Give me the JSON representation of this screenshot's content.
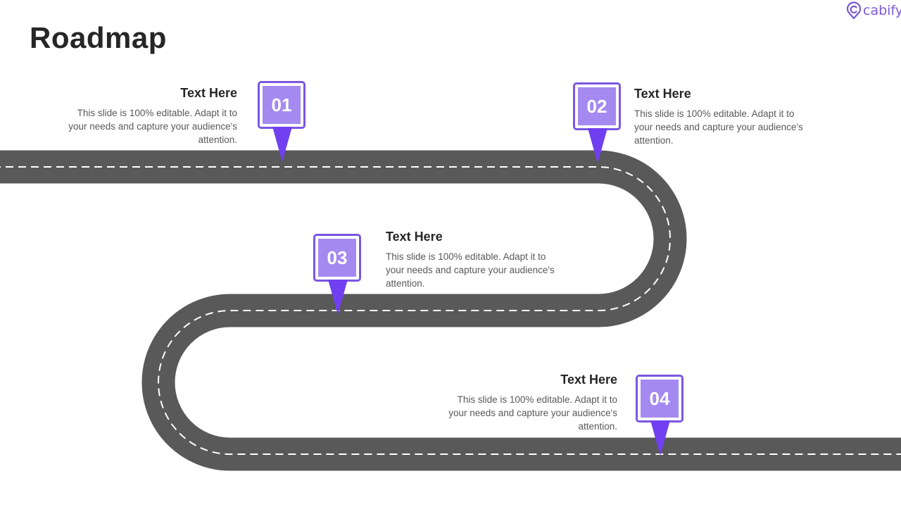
{
  "slide": {
    "title": "Roadmap",
    "brand": {
      "name": "cabify",
      "color": "#7a5ad6",
      "icon": "cabify-pin-logo-icon"
    }
  },
  "colors": {
    "road": "#595959",
    "lane_line": "#ffffff",
    "pin_border": "#7a57e0",
    "pin_fill": "#a48af0",
    "pin_tail": "#7040f0",
    "heading_text": "#262626",
    "body_text": "#595959"
  },
  "milestones": [
    {
      "number": "01",
      "heading": "Text Here",
      "body": "This slide is 100% editable. Adapt it to your needs and capture your audience's attention.",
      "icon": "map-pin-marker-icon"
    },
    {
      "number": "02",
      "heading": "Text Here",
      "body": "This slide is 100% editable. Adapt it to your needs and capture your audience's attention.",
      "icon": "map-pin-marker-icon"
    },
    {
      "number": "03",
      "heading": "Text Here",
      "body": "This slide is 100% editable. Adapt it to your needs and capture your audience's attention.",
      "icon": "map-pin-marker-icon"
    },
    {
      "number": "04",
      "heading": "Text Here",
      "body": "This slide is 100% editable. Adapt it to your needs and capture your audience's attention.",
      "icon": "map-pin-marker-icon"
    }
  ]
}
